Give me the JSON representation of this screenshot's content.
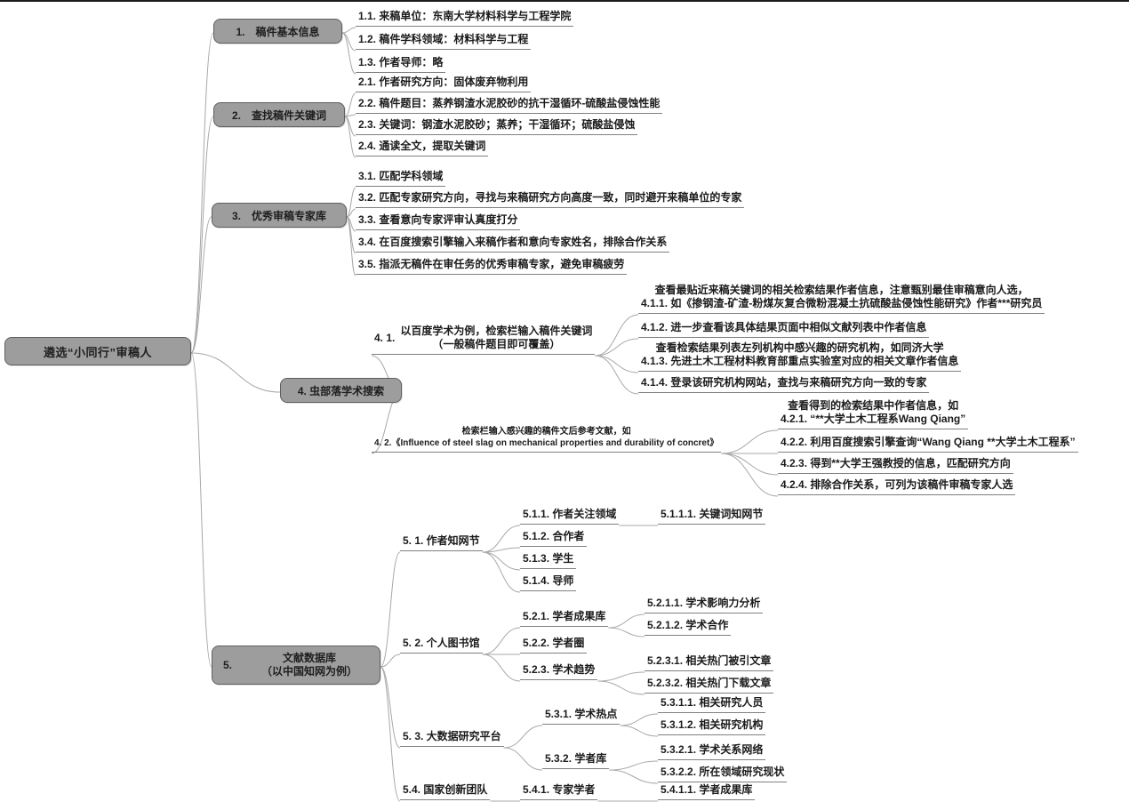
{
  "colors": {
    "background": "#ffffff",
    "box_fill": "#9d9d9d",
    "box_border": "#5f5f5f",
    "box_text": "#1e1e1e",
    "label_text": "#1b1b1b",
    "underline": "#808080",
    "connector": "#a8a8a8"
  },
  "root": {
    "label": "遴选“小同行”审稿人",
    "children": [
      {
        "label": "1.　稿件基本信息",
        "children": [
          {
            "label": "1.1. 来稿单位：东南大学材料科学与工程学院"
          },
          {
            "label": "1.2. 稿件学科领域：材料科学与工程"
          },
          {
            "label": "1.3. 作者导师：略"
          }
        ]
      },
      {
        "label": "2.　查找稿件关键词",
        "children": [
          {
            "label": "2.1. 作者研究方向：固体废弃物利用"
          },
          {
            "label": "2.2. 稿件题目：蒸养钢渣水泥胶砂的抗干湿循环-硫酸盐侵蚀性能"
          },
          {
            "label": "2.3. 关键词：钢渣水泥胶砂；蒸养；干湿循环；硫酸盐侵蚀"
          },
          {
            "label": "2.4. 通读全文，提取关键词"
          }
        ]
      },
      {
        "label": "3.　优秀审稿专家库",
        "children": [
          {
            "label": "3.1. 匹配学科领域"
          },
          {
            "label": "3.2. 匹配专家研究方向，寻找与来稿研究方向高度一致，同时避开来稿单位的专家"
          },
          {
            "label": "3.3. 查看意向专家评审认真度打分"
          },
          {
            "label": "3.4. 在百度搜索引擎输入来稿作者和意向专家姓名，排除合作关系"
          },
          {
            "label": "3.5. 指派无稿件在审任务的优秀审稿专家，避免审稿疲劳"
          }
        ]
      },
      {
        "label": "4. 虫部落学术搜索",
        "children": [
          {
            "num": "4. 1.",
            "label": "以百度学术为例，检索栏输入稿件关键词\n（一般稿件题目即可覆盖）",
            "children": [
              {
                "label": "查看最贴近来稿关键词的相关检索结果作者信息，注意甄别最佳审稿意向人选，\n4.1.1. 如《掺钢渣-矿渣-粉煤灰复合微粉混凝土抗硫酸盐侵蚀性能研究》作者***研究员"
              },
              {
                "label": "4.1.2. 进一步查看该具体结果页面中相似文献列表中作者信息"
              },
              {
                "label": "查看检索结果列表左列机构中感兴趣的研究机构，如同济大学\n4.1.3. 先进土木工程材料教育部重点实验室对应的相关文章作者信息"
              },
              {
                "label": "4.1.4. 登录该研究机构网站，查找与来稿研究方向一致的专家"
              }
            ]
          },
          {
            "label": "检索栏输入感兴趣的稿件文后参考文献，如\n4. 2.《Influence of steel slag on mechanical properties and durability of concret》",
            "children": [
              {
                "label": "查看得到的检索结果中作者信息，如\n4.2.1. “**大学土木工程系Wang Qiang”"
              },
              {
                "label": "4.2.2. 利用百度搜索引擎查询“Wang Qiang **大学土木工程系”"
              },
              {
                "label": "4.2.3. 得到**大学王强教授的信息，匹配研究方向"
              },
              {
                "label": "4.2.4. 排除合作关系，可列为该稿件审稿专家人选"
              }
            ]
          }
        ]
      },
      {
        "num": "5.",
        "label": "文献数据库\n（以中国知网为例）",
        "children": [
          {
            "label": "5. 1. 作者知网节",
            "children": [
              {
                "label": "5.1.1. 作者关注领域",
                "children": [
                  {
                    "label": "5.1.1.1. 关键词知网节"
                  }
                ]
              },
              {
                "label": "5.1.2. 合作者"
              },
              {
                "label": "5.1.3. 学生"
              },
              {
                "label": "5.1.4. 导师"
              }
            ]
          },
          {
            "label": "5. 2. 个人图书馆",
            "children": [
              {
                "label": "5.2.1. 学者成果库",
                "children": [
                  {
                    "label": "5.2.1.1. 学术影响力分析"
                  },
                  {
                    "label": "5.2.1.2. 学术合作"
                  }
                ]
              },
              {
                "label": "5.2.2. 学者圈"
              },
              {
                "label": "5.2.3. 学术趋势",
                "children": [
                  {
                    "label": "5.2.3.1. 相关热门被引文章"
                  },
                  {
                    "label": "5.2.3.2. 相关热门下载文章"
                  }
                ]
              }
            ]
          },
          {
            "label": "5. 3. 大数据研究平台",
            "children": [
              {
                "label": "5.3.1. 学术热点",
                "children": [
                  {
                    "label": "5.3.1.1. 相关研究人员"
                  },
                  {
                    "label": "5.3.1.2. 相关研究机构"
                  }
                ]
              },
              {
                "label": "5.3.2. 学者库",
                "children": [
                  {
                    "label": "5.3.2.1. 学术关系网络"
                  },
                  {
                    "label": "5.3.2.2. 所在领域研究现状"
                  }
                ]
              }
            ]
          },
          {
            "label": "5.4. 国家创新团队",
            "children": [
              {
                "label": "5.4.1. 专家学者",
                "children": [
                  {
                    "label": "5.4.1.1. 学者成果库"
                  }
                ]
              }
            ]
          }
        ]
      }
    ]
  }
}
